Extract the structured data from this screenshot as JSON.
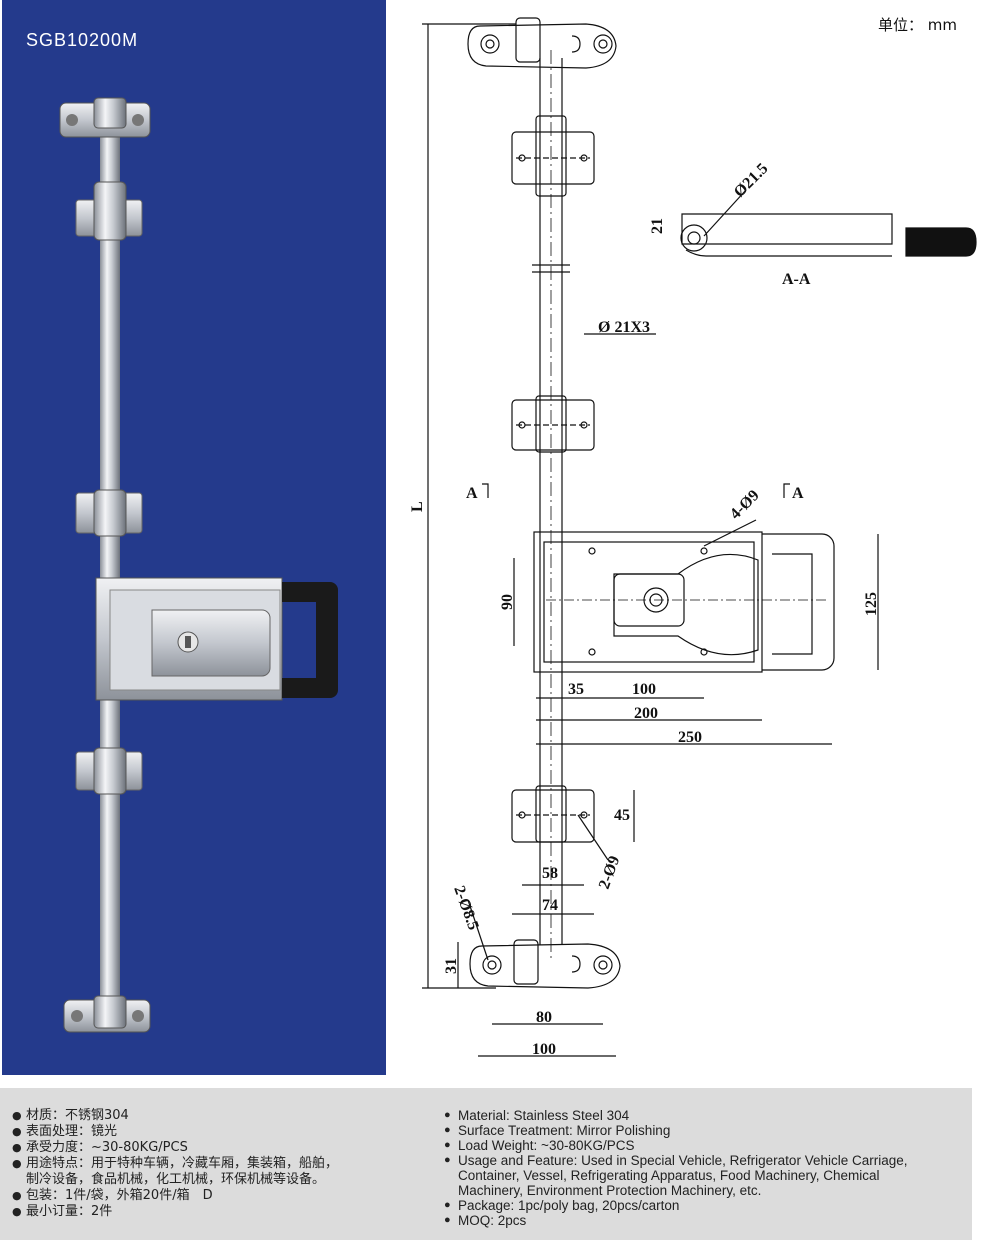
{
  "photo": {
    "title": "SGB10200M",
    "bg_color": "#243a8c"
  },
  "drawing": {
    "unit_label": "单位： mm",
    "dimensions": {
      "diameter_handle": "Ø21.5",
      "h21": "21",
      "section_aa": "A-A",
      "rod": "Ø 21X3",
      "length": "L",
      "section_left": "A",
      "section_right": "A",
      "holes_4": "4-Ø9",
      "d90": "90",
      "d125": "125",
      "d35": "35",
      "d100_a": "100",
      "d200": "200",
      "d250": "250",
      "d45": "45",
      "holes_2a": "2-Ø9",
      "d58": "58",
      "d74": "74",
      "holes_2b": "2-Ø8.5",
      "d31": "31",
      "d80": "80",
      "d100_b": "100"
    }
  },
  "specs": {
    "cn": [
      "材质：不锈钢304",
      "表面处理：镜光",
      "承受力度：~30-80KG/PCS",
      "用途特点：用于特种车辆，冷藏车厢，集装箱，船舶，\n制冷设备，食品机械，化工机械，环保机械等设备。",
      "包装：1件/袋，外箱20件/箱　D",
      "最小订量：2件"
    ],
    "en": [
      "Material: Stainless Steel 304",
      "Surface Treatment: Mirror Polishing",
      "Load Weight: ~30-80KG/PCS",
      "Usage and Feature: Used in Special Vehicle, Refrigerator Vehicle Carriage,\nContainer, Vessel, Refrigerating Apparatus, Food Machinery, Chemical\nMachinery, Environment Protection Machinery, etc.",
      "Package: 1pc/poly bag, 20pcs/carton",
      "MOQ: 2pcs"
    ]
  }
}
